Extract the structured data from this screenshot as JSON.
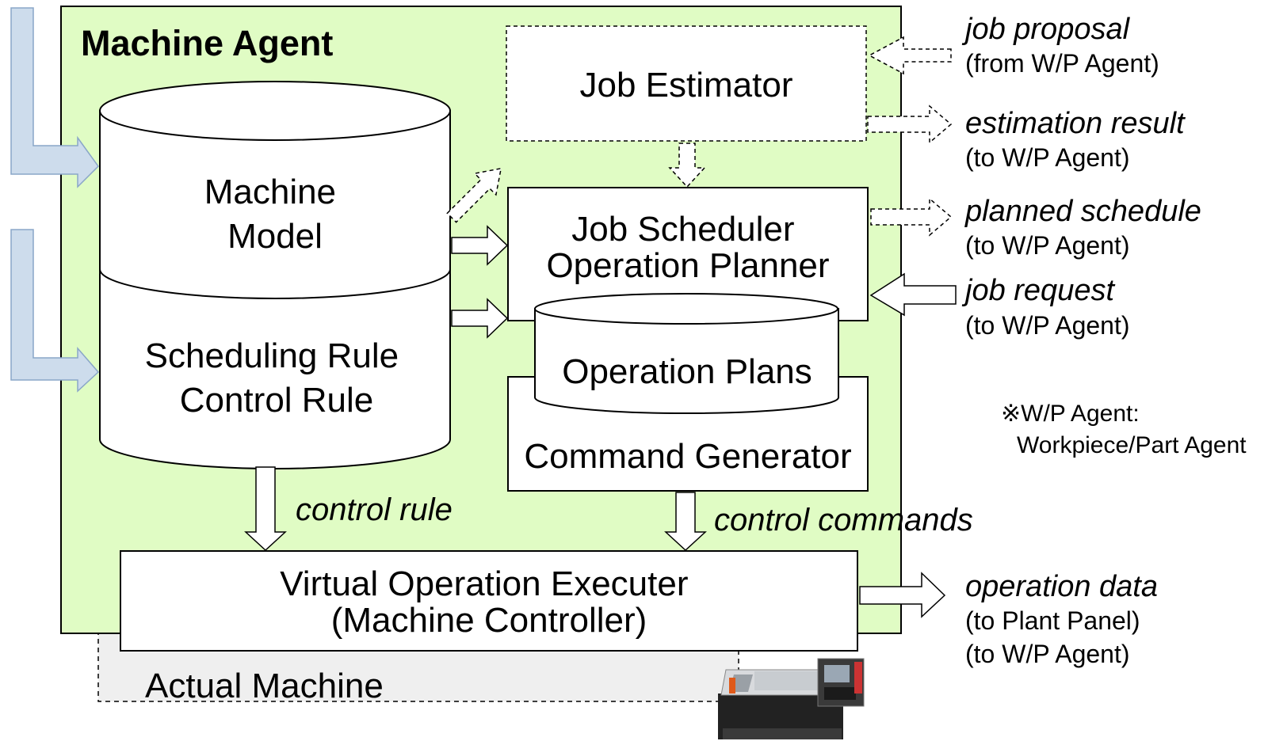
{
  "title": "Machine Agent",
  "components": {
    "job_estimator": "Job Estimator",
    "machine_model": [
      "Machine",
      "Model"
    ],
    "rules": [
      "Scheduling Rule",
      "Control Rule"
    ],
    "scheduler": [
      "Job Scheduler",
      "Operation Planner"
    ],
    "operation_plans": "Operation Plans",
    "command_generator": "Command Generator",
    "executer": [
      "Virtual Operation Executer",
      "(Machine Controller)"
    ],
    "actual_machine": "Actual Machine"
  },
  "flows": {
    "control_rule": "control rule",
    "control_commands": "control commands"
  },
  "external": {
    "job_proposal": {
      "label": "job proposal",
      "note": "(from W/P Agent)"
    },
    "estimation_result": {
      "label": "estimation result",
      "note": "(to W/P Agent)"
    },
    "planned_schedule": {
      "label": "planned schedule",
      "note": "(to W/P Agent)"
    },
    "job_request": {
      "label": "job request",
      "note": "(to W/P Agent)"
    },
    "operation_data": {
      "label": "operation data",
      "notes": [
        "(to Plant Panel)",
        "(to W/P Agent)"
      ]
    }
  },
  "footnote": [
    "※W/P Agent:",
    "Workpiece/Part Agent"
  ],
  "colors": {
    "agent_bg": "#e0fcc4",
    "input_arrow": "#cddcec",
    "input_arrow_stroke": "#8aa6c8",
    "actual_machine_bg": "#efefef"
  }
}
